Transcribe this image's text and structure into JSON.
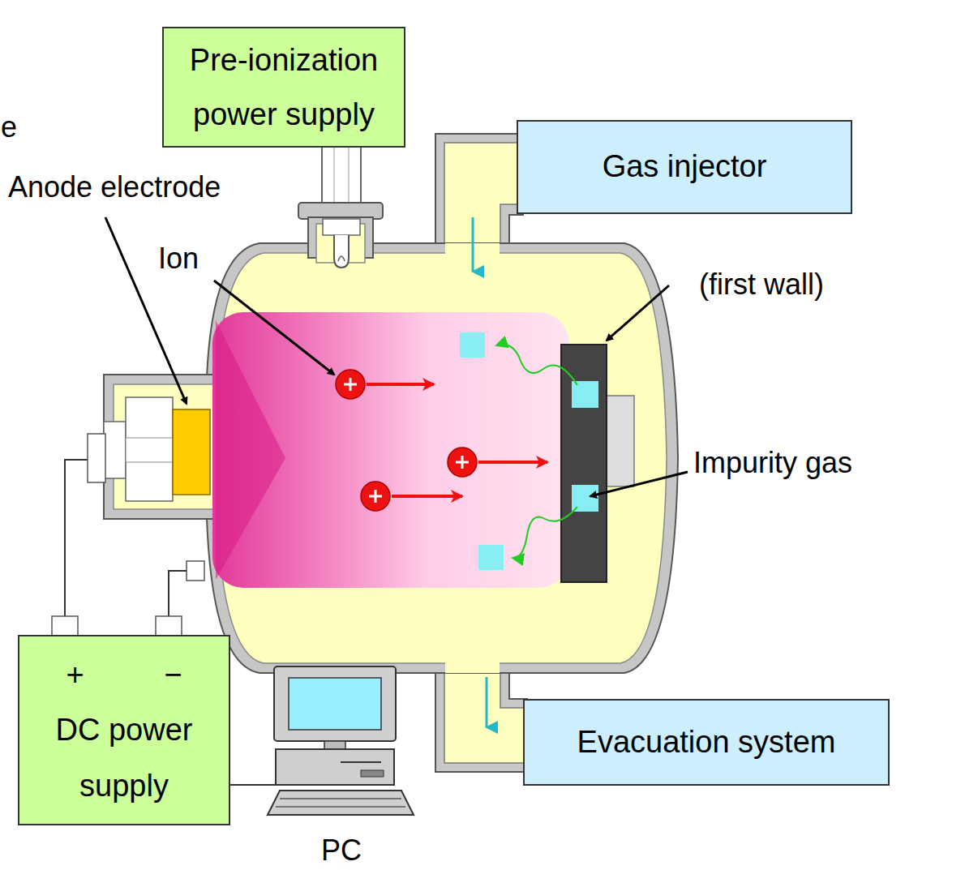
{
  "diagram": {
    "nodes": [
      {
        "text": [
          "Pre-ionization power supply"
        ]
      },
      {
        "text": [
          "Gas injector"
        ]
      },
      {
        "text": [
          "+",
          "−",
          "DC power supply"
        ]
      },
      {
        "text": [
          "Evacuation system"
        ]
      }
    ],
    "labels": [
      "e",
      "Anode electrode",
      "Ion",
      "(first wall)",
      "Impurity gas",
      "PC"
    ]
  }
}
